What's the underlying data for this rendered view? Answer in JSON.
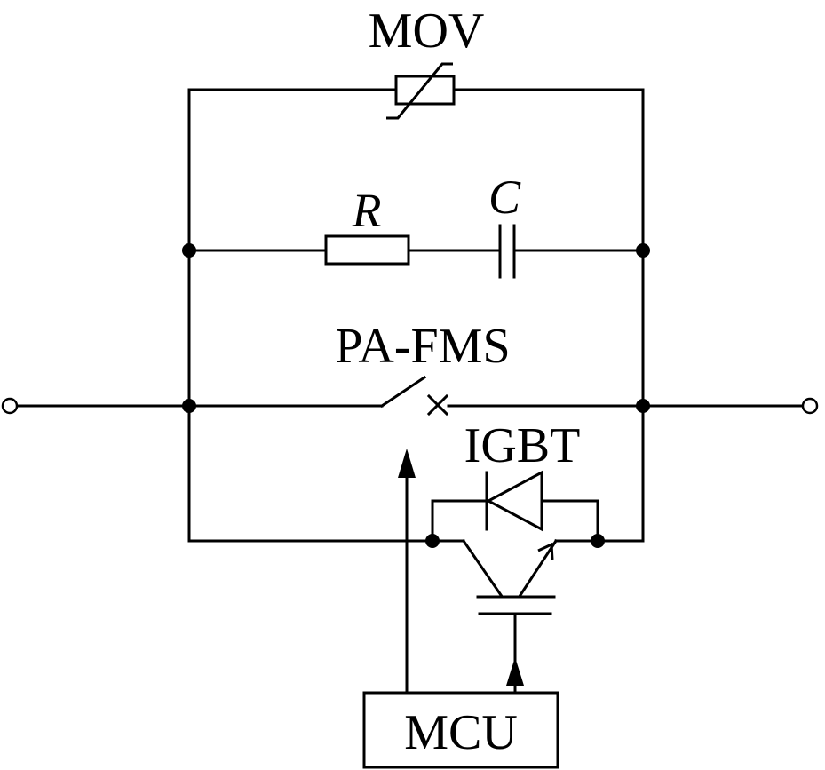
{
  "labels": {
    "mov": "MOV",
    "resistor": "R",
    "capacitor": "C",
    "switch": "PA-FMS",
    "igbt": "IGBT",
    "mcu": "MCU"
  }
}
